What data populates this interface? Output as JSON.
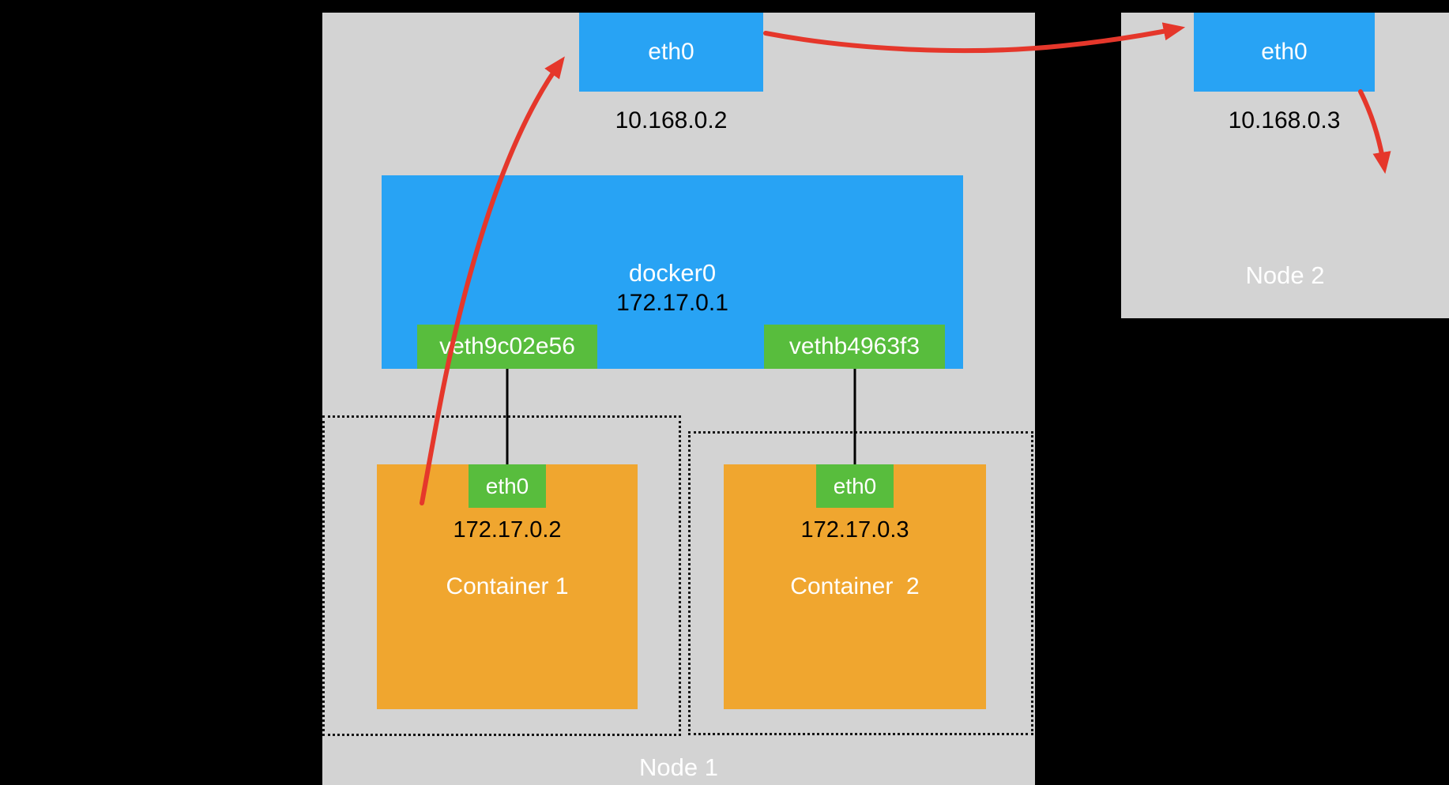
{
  "diagram": {
    "title": "Docker cross-node container networking diagram",
    "node1": {
      "label": "Node 1",
      "eth0": {
        "label": "eth0",
        "ip": "10.168.0.2"
      },
      "docker0": {
        "label": "docker0",
        "ip": "172.17.0.1",
        "veth_left": "veth9c02e56",
        "veth_right": "vethb4963f3"
      },
      "container1": {
        "label": "Container 1",
        "eth0_label": "eth0",
        "ip": "172.17.0.2"
      },
      "container2": {
        "label": "Container  2",
        "eth0_label": "eth0",
        "ip": "172.17.0.3"
      }
    },
    "node2": {
      "label": "Node 2",
      "eth0": {
        "label": "eth0",
        "ip": "10.168.0.3"
      }
    },
    "colors": {
      "background": "#000000",
      "node_gray": "#d3d3d3",
      "interface_blue": "#28a3f4",
      "veth_green": "#58bd3d",
      "container_orange": "#f0a62f",
      "arrow_red": "#e5372b",
      "link_black": "#000000",
      "text_light": "#ffffff",
      "text_dark": "#000000"
    }
  }
}
